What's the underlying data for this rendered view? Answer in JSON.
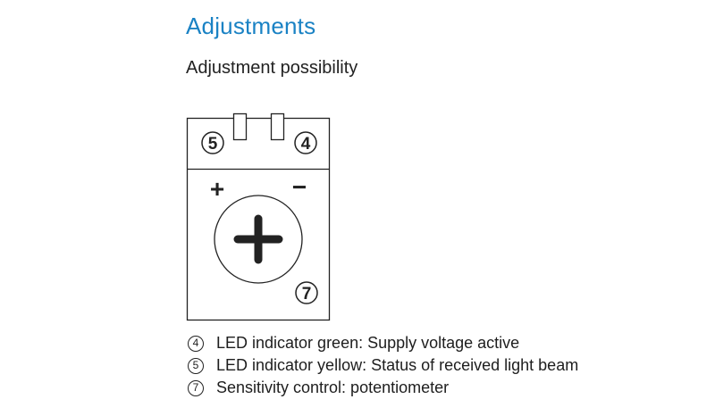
{
  "page": {
    "heading": "Adjustments",
    "subheading": "Adjustment possibility"
  },
  "diagram": {
    "label_5": "5",
    "label_4": "4",
    "plus_sign": "+",
    "minus_sign": "−",
    "label_7": "7"
  },
  "legend": [
    {
      "number": "4",
      "text": "LED indicator green: Supply voltage active"
    },
    {
      "number": "5",
      "text": "LED indicator yellow: Status of received light beam"
    },
    {
      "number": "7",
      "text": "Sensitivity control: potentiometer"
    }
  ],
  "colors": {
    "heading": "#1a82c4",
    "line": "#222222"
  }
}
